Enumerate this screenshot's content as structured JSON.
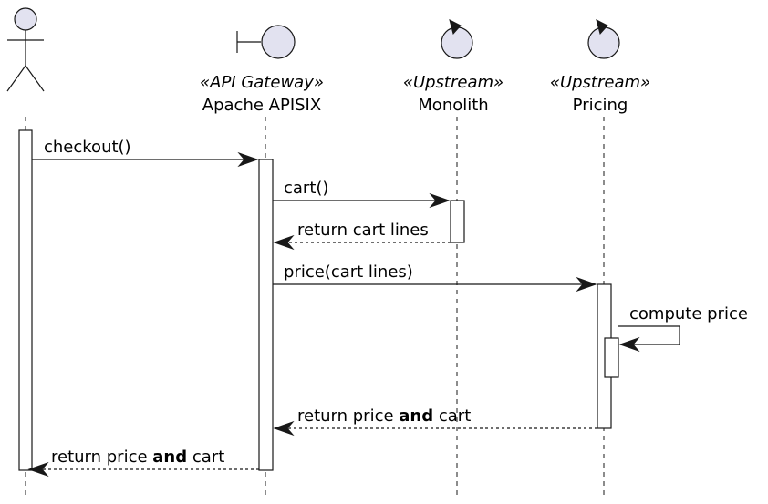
{
  "colors": {
    "participant_fill": "#E2E2F0",
    "line": "#181818",
    "background": "#FFFFFF"
  },
  "participants": [
    {
      "id": "user",
      "kind": "actor",
      "stereotype": "",
      "name": ""
    },
    {
      "id": "gateway",
      "kind": "boundary",
      "stereotype": "«API Gateway»",
      "name": "Apache APISIX"
    },
    {
      "id": "monolith",
      "kind": "control",
      "stereotype": "«Upstream»",
      "name": "Monolith"
    },
    {
      "id": "pricing",
      "kind": "control",
      "stereotype": "«Upstream»",
      "name": "Pricing"
    }
  ],
  "messages": [
    {
      "from": "user",
      "to": "gateway",
      "style": "solid",
      "label": "checkout()"
    },
    {
      "from": "gateway",
      "to": "monolith",
      "style": "solid",
      "label": "cart()"
    },
    {
      "from": "monolith",
      "to": "gateway",
      "style": "dashed",
      "label": "return cart lines"
    },
    {
      "from": "gateway",
      "to": "pricing",
      "style": "solid",
      "label": "price(cart lines)"
    },
    {
      "from": "pricing",
      "to": "pricing",
      "style": "self",
      "label": "compute price"
    },
    {
      "from": "pricing",
      "to": "gateway",
      "style": "dashed",
      "label_parts": [
        "return price ",
        "and",
        " cart"
      ]
    },
    {
      "from": "gateway",
      "to": "user",
      "style": "dashed",
      "label_parts": [
        "return price ",
        "and",
        " cart"
      ]
    }
  ]
}
